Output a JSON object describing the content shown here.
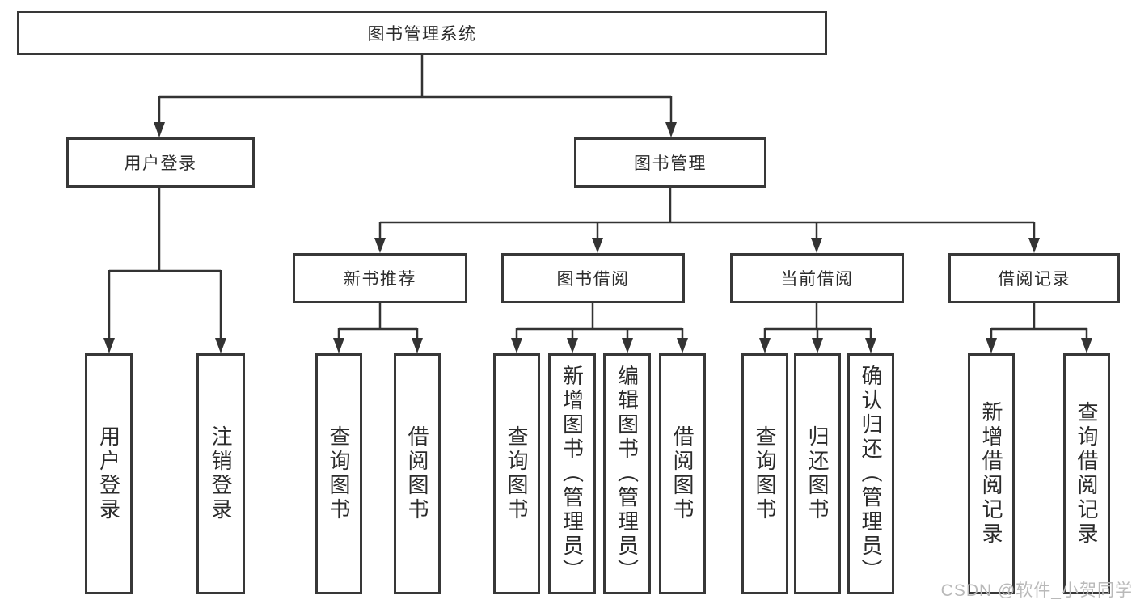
{
  "root": {
    "label": "图书管理系统",
    "children": [
      {
        "label": "用户登录",
        "children": [
          {
            "label": "用户登录"
          },
          {
            "label": "注销登录"
          }
        ]
      },
      {
        "label": "图书管理",
        "children": [
          {
            "label": "新书推荐",
            "children": [
              {
                "label": "查询图书"
              },
              {
                "label": "借阅图书"
              }
            ]
          },
          {
            "label": "图书借阅",
            "children": [
              {
                "label": "查询图书"
              },
              {
                "label": "新增图书（管理员）"
              },
              {
                "label": "编辑图书（管理员）"
              },
              {
                "label": "借阅图书"
              }
            ]
          },
          {
            "label": "当前借阅",
            "children": [
              {
                "label": "查询图书"
              },
              {
                "label": "归还图书"
              },
              {
                "label": "确认归还（管理员）"
              }
            ]
          },
          {
            "label": "借阅记录",
            "children": [
              {
                "label": "新增借阅记录"
              },
              {
                "label": "查询借阅记录"
              }
            ]
          }
        ]
      }
    ]
  },
  "colors": {
    "line": "#333333",
    "border": "#383838",
    "text": "#2b2b2b",
    "background": "#ffffff",
    "watermark": "#b9b9b9"
  },
  "watermark": {
    "text": "CSDN @软件_小贺同学"
  }
}
